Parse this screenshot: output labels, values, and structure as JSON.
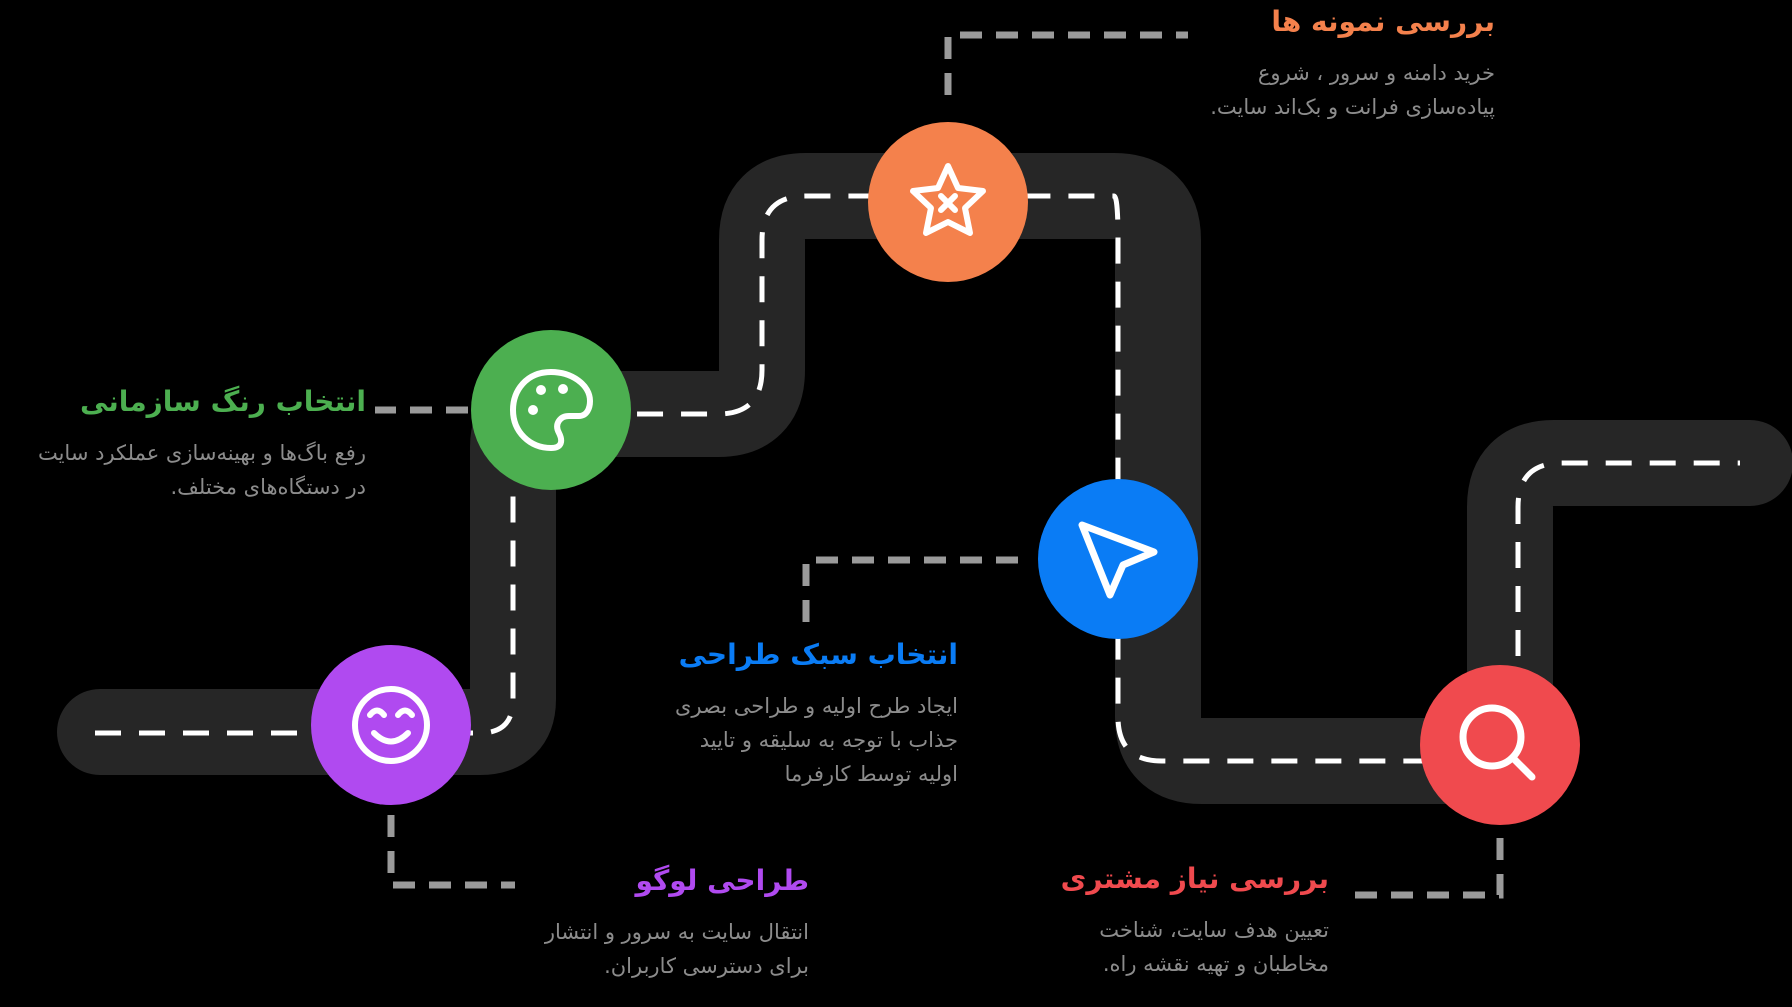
{
  "colors": {
    "background": "#000000",
    "road": "#262626",
    "dash": "#ffffff",
    "connector": "#9a9a9a",
    "description": "#8c8c8c"
  },
  "steps": [
    {
      "title": "بررسی نیاز مشتری",
      "description": [
        "تعیین هدف سایت، شناخت",
        "مخاطبان و تهیه نقشه راه."
      ],
      "color": "#f04a4e",
      "icon": "search-icon"
    },
    {
      "title": "انتخاب سبک طراحی",
      "description": [
        "ایجاد طرح اولیه و طراحی بصری",
        "جذاب با توجه به سلیقه و تایید",
        "اولیه توسط کارفرما"
      ],
      "color": "#0a7cf5",
      "icon": "cursor-arrow-icon"
    },
    {
      "title": "بررسی نمونه ها",
      "description": [
        "خرید دامنه و سرور ، شروع",
        "پیاده‌سازی فرانت و بک‌اند سایت."
      ],
      "color": "#f4814c",
      "icon": "star-icon"
    },
    {
      "title": "انتخاب رنگ سازمانی",
      "description": [
        "رفع باگ‌ها و بهینه‌سازی عملکرد سایت",
        "در دستگاه‌های مختلف."
      ],
      "color": "#4caf50",
      "icon": "palette-icon"
    },
    {
      "title": "طراحی لوگو",
      "description": [
        "انتقال سایت به سرور و انتشار",
        "برای دسترسی کاربران."
      ],
      "color": "#b04af0",
      "icon": "smiley-icon"
    }
  ]
}
